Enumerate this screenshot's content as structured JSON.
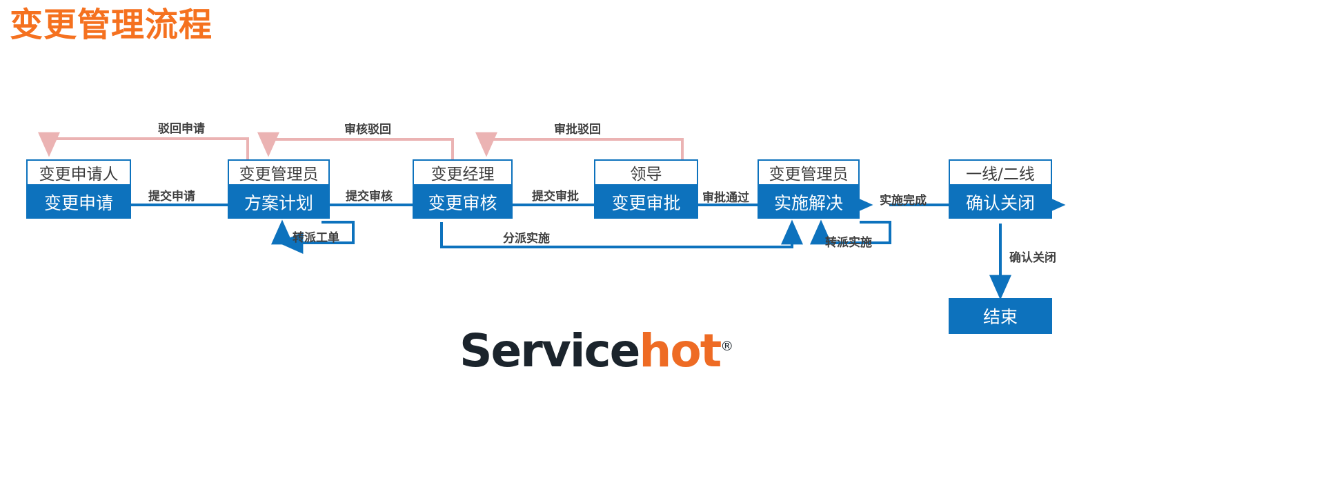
{
  "page": {
    "title": "变更管理流程",
    "title_color": "#F5711F",
    "background": "#ffffff"
  },
  "theme": {
    "node_blue": "#0d72bd",
    "arrow_blue": "#0d72bd",
    "reject_pink": "#EBB3B3",
    "label_gray": "#3f3f3f",
    "role_text": "#3c3c3c",
    "stage_text": "#ffffff"
  },
  "nodes": [
    {
      "id": "apply",
      "role": "变更申请人",
      "stage": "变更申请"
    },
    {
      "id": "plan",
      "role": "变更管理员",
      "stage": "方案计划"
    },
    {
      "id": "review",
      "role": "变更经理",
      "stage": "变更审核"
    },
    {
      "id": "approve",
      "role": "领导",
      "stage": "变更审批"
    },
    {
      "id": "resolve",
      "role": "变更管理员",
      "stage": "实施解决"
    },
    {
      "id": "close",
      "role": "一线/二线",
      "stage": "确认关闭"
    }
  ],
  "end_node": {
    "id": "end",
    "label": "结束"
  },
  "edges": [
    {
      "id": "e1",
      "label": "提交申请",
      "from": "apply",
      "to": "plan",
      "kind": "forward"
    },
    {
      "id": "e2",
      "label": "提交审核",
      "from": "plan",
      "to": "review",
      "kind": "forward"
    },
    {
      "id": "e3",
      "label": "提交审批",
      "from": "review",
      "to": "approve",
      "kind": "forward"
    },
    {
      "id": "e4",
      "label": "审批通过",
      "from": "approve",
      "to": "resolve",
      "kind": "forward"
    },
    {
      "id": "e5",
      "label": "实施完成",
      "from": "resolve",
      "to": "close",
      "kind": "forward"
    },
    {
      "id": "e6",
      "label": "确认关闭",
      "from": "close",
      "to": "end",
      "kind": "forward-down"
    },
    {
      "id": "r1",
      "label": "驳回申请",
      "from": "plan",
      "to": "apply",
      "kind": "reject"
    },
    {
      "id": "r2",
      "label": "审核驳回",
      "from": "review",
      "to": "plan",
      "kind": "reject"
    },
    {
      "id": "r3",
      "label": "审批驳回",
      "from": "approve",
      "to": "review",
      "kind": "reject"
    },
    {
      "id": "l1",
      "label": "转派工单",
      "from": "plan",
      "to": "plan",
      "kind": "loop"
    },
    {
      "id": "l2",
      "label": "分派实施",
      "from": "review",
      "to": "resolve",
      "kind": "loop-long"
    },
    {
      "id": "l3",
      "label": "转派实施",
      "from": "resolve",
      "to": "resolve",
      "kind": "loop"
    }
  ],
  "logo": {
    "mark": "S",
    "word_dark": "ervice",
    "word_accent": "hot",
    "registered": "®"
  }
}
